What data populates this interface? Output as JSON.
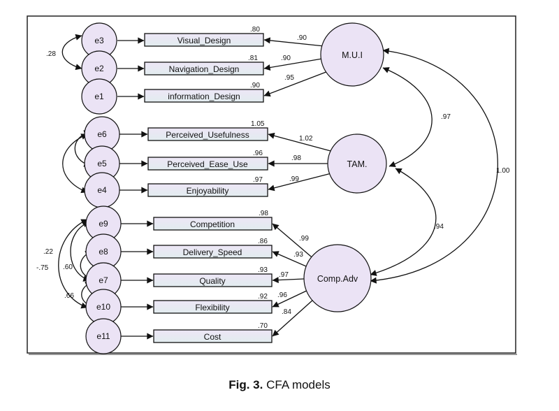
{
  "latent_variables": [
    {
      "id": "MUI",
      "label": "M.U.I"
    },
    {
      "id": "TAM",
      "label": "TAM."
    },
    {
      "id": "CA",
      "label": "Comp.Adv"
    }
  ],
  "observed_variables": [
    {
      "id": "VD",
      "label": "Visual_Design",
      "r2": ".80"
    },
    {
      "id": "ND",
      "label": "Navigation_Design",
      "r2": ".81"
    },
    {
      "id": "ID",
      "label": "information_Design",
      "r2": ".90"
    },
    {
      "id": "PU",
      "label": "Perceived_Usefulness",
      "r2": "1.05"
    },
    {
      "id": "PE",
      "label": "Perceived_Ease_Use",
      "r2": ".96"
    },
    {
      "id": "EN",
      "label": "Enjoyability",
      "r2": ".97"
    },
    {
      "id": "CO",
      "label": "Competition",
      "r2": ".98"
    },
    {
      "id": "DS",
      "label": "Delivery_Speed",
      "r2": ".86"
    },
    {
      "id": "QU",
      "label": "Quality",
      "r2": ".93"
    },
    {
      "id": "FL",
      "label": "Flexibility",
      "r2": ".92"
    },
    {
      "id": "CS",
      "label": "Cost",
      "r2": ".70"
    }
  ],
  "error_terms": [
    {
      "id": "e3",
      "label": "e3"
    },
    {
      "id": "e2",
      "label": "e2"
    },
    {
      "id": "e1",
      "label": "e1"
    },
    {
      "id": "e6",
      "label": "e6"
    },
    {
      "id": "e5",
      "label": "e5"
    },
    {
      "id": "e4",
      "label": "e4"
    },
    {
      "id": "e9",
      "label": "e9"
    },
    {
      "id": "e8",
      "label": "e8"
    },
    {
      "id": "e7",
      "label": "e7"
    },
    {
      "id": "e10",
      "label": "e10"
    },
    {
      "id": "e11",
      "label": "e11"
    }
  ],
  "loadings": [
    {
      "from": "MUI",
      "to": "VD",
      "value": ".90"
    },
    {
      "from": "MUI",
      "to": "ND",
      "value": ".90"
    },
    {
      "from": "MUI",
      "to": "ID",
      "value": ".95"
    },
    {
      "from": "TAM",
      "to": "PU",
      "value": "1.02"
    },
    {
      "from": "TAM",
      "to": "PE",
      "value": ".98"
    },
    {
      "from": "TAM",
      "to": "EN",
      "value": ".99"
    },
    {
      "from": "CA",
      "to": "CO",
      "value": ".99"
    },
    {
      "from": "CA",
      "to": "DS",
      "value": ".93"
    },
    {
      "from": "CA",
      "to": "QU",
      "value": ".97"
    },
    {
      "from": "CA",
      "to": "FL",
      "value": ".96"
    },
    {
      "from": "CA",
      "to": "CS",
      "value": ".84"
    }
  ],
  "latent_correlations": [
    {
      "between": [
        "MUI",
        "TAM"
      ],
      "value": ".97"
    },
    {
      "between": [
        "TAM",
        "CA"
      ],
      "value": ".94"
    },
    {
      "between": [
        "MUI",
        "CA"
      ],
      "value": "1.00"
    }
  ],
  "error_correlations": [
    {
      "between": [
        "e3",
        "e2"
      ],
      "value": ".28"
    },
    {
      "between": [
        "e6",
        "e5"
      ],
      "value": ""
    },
    {
      "between": [
        "e6",
        "e4"
      ],
      "value": ""
    },
    {
      "between": [
        "e9",
        "e7"
      ],
      "value": ".22"
    },
    {
      "between": [
        "e9",
        "e10"
      ],
      "value": "-.75"
    },
    {
      "between": [
        "e8",
        "e7"
      ],
      "value": ".60"
    },
    {
      "between": [
        "e7",
        "e10"
      ],
      "value": ".66"
    }
  ],
  "caption": {
    "figure": "Fig. 3.",
    "text": "CFA models"
  }
}
